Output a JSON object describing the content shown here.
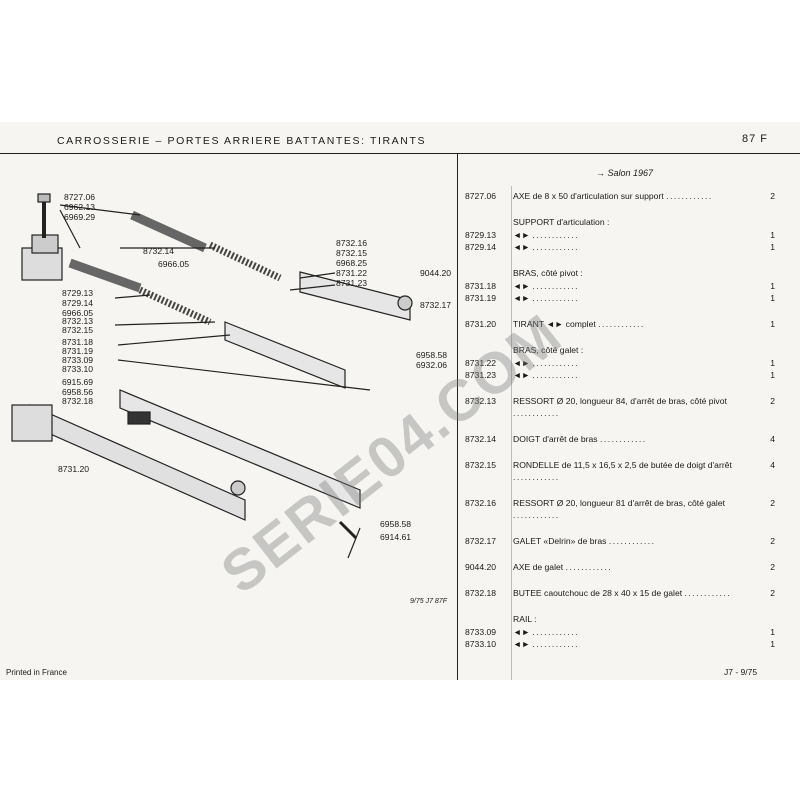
{
  "header": {
    "title": "CARROSSERIE – PORTES ARRIERE BATTANTES: TIRANTS",
    "page": "87 F"
  },
  "salon": "Salon 1967",
  "parts": [
    {
      "code": "8727.06",
      "desc": "AXE de 8 x 50 d'articulation sur support",
      "qty": "2"
    },
    {
      "group": "SUPPORT d'articulation :"
    },
    {
      "code": "8729.13",
      "desc": "◄►",
      "qty": "1",
      "tight": true
    },
    {
      "code": "8729.14",
      "desc": "◄►",
      "qty": "1"
    },
    {
      "group": "BRAS, côté pivot :"
    },
    {
      "code": "8731.18",
      "desc": "◄►",
      "qty": "1",
      "tight": true
    },
    {
      "code": "8731.19",
      "desc": "◄►",
      "qty": "1"
    },
    {
      "code": "8731.20",
      "desc": "TIRANT ◄► complet",
      "qty": "1"
    },
    {
      "group": "BRAS, côté galet :"
    },
    {
      "code": "8731.22",
      "desc": "◄►",
      "qty": "1",
      "tight": true
    },
    {
      "code": "8731.23",
      "desc": "◄►",
      "qty": "1"
    },
    {
      "code": "8732.13",
      "desc": "RESSORT Ø 20, longueur 84, d'arrêt de bras, côté pivot",
      "qty": "2"
    },
    {
      "code": "8732.14",
      "desc": "DOIGT d'arrêt de bras",
      "qty": "4"
    },
    {
      "code": "8732.15",
      "desc": "RONDELLE de 11,5 x 16,5 x 2,5 de butée de doigt d'arrêt",
      "qty": "4"
    },
    {
      "code": "8732.16",
      "desc": "RESSORT Ø 20, longueur 81 d'arrêt de bras, côté galet",
      "qty": "2"
    },
    {
      "code": "8732.17",
      "desc": "GALET «Delrin» de bras",
      "qty": "2"
    },
    {
      "code": "9044.20",
      "desc": "AXE de galet",
      "qty": "2"
    },
    {
      "code": "8732.18",
      "desc": "BUTEE caoutchouc de 28 x 40 x 15 de galet",
      "qty": "2"
    },
    {
      "group": "RAIL :"
    },
    {
      "code": "8733.09",
      "desc": "◄►",
      "qty": "1",
      "tight": true
    },
    {
      "code": "8733.10",
      "desc": "◄►",
      "qty": "1"
    }
  ],
  "diagram_labels": {
    "l8727_06": "8727.06",
    "l6962_13": "6962.13",
    "l6969_29": "6969.29",
    "l8732_14": "8732.14",
    "l6966_05a": "6966.05",
    "l8732_16": "8732.16",
    "l8732_15a": "8732.15",
    "l6968_25": "6968.25",
    "l8731_22": "8731.22",
    "l8731_23": "8731.23",
    "l9044_20": "9044.20",
    "l8732_17": "8732.17",
    "l8729_13": "8729.13",
    "l8729_14": "8729.14",
    "l6966_05b": "6966.05",
    "l8732_13": "8732.13",
    "l8732_15b": "8732.15",
    "l8731_18": "8731.18",
    "l8731_19": "8731.19",
    "l8733_09": "8733.09",
    "l8733_10": "8733.10",
    "l6958_58a": "6958.58",
    "l6932_06": "6932.06",
    "l6915_69": "6915.69",
    "l6958_56": "6958.56",
    "l8732_18": "8732.18",
    "l8731_20": "8731.20",
    "l6958_58b": "6958.58",
    "l6914_61": "6914.61"
  },
  "ref": "9/75 J7 87F",
  "footer": {
    "left": "Printed in France",
    "right": "J7 - 9/75"
  },
  "watermark": "SERIE04.COM"
}
